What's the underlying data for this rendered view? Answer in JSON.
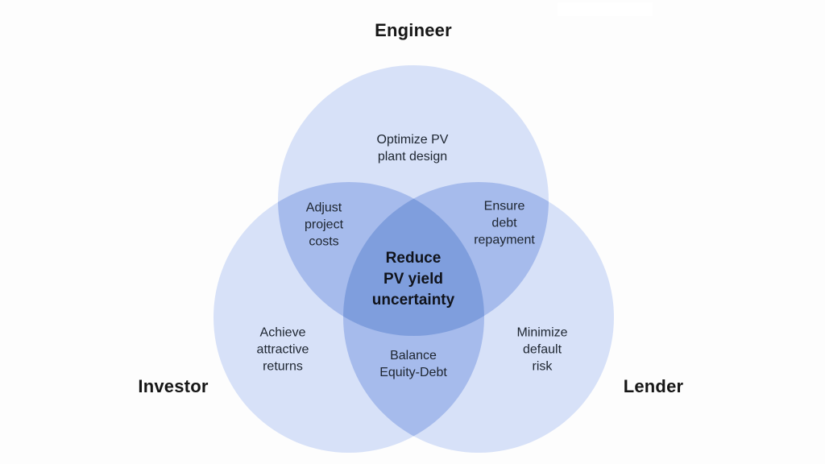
{
  "diagram": {
    "type": "venn-3",
    "background": "#fdfdfd",
    "colors": {
      "single_region": "#d7e1f8",
      "double_region": "#a6bbec",
      "triple_region": "#7f9edd",
      "title_text": "#161616",
      "label_text": "#1d2530"
    },
    "circles": [
      {
        "id": "engineer",
        "title": "Engineer",
        "exclusive_label": "Optimize PV\nplant design"
      },
      {
        "id": "investor",
        "title": "Investor",
        "exclusive_label": "Achieve\nattractive\nreturns"
      },
      {
        "id": "lender",
        "title": "Lender",
        "exclusive_label": "Minimize\ndefault\nrisk"
      }
    ],
    "overlaps": {
      "engineer_investor": "Adjust\nproject\ncosts",
      "engineer_lender": "Ensure\ndebt\nrepayment",
      "investor_lender": "Balance\nEquity-Debt",
      "center": "Reduce\nPV yield\nuncertainty"
    }
  }
}
